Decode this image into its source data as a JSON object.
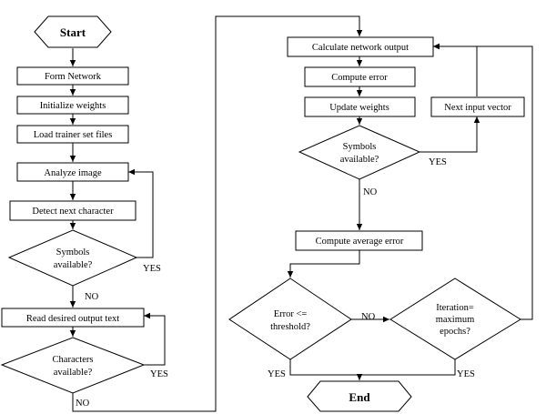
{
  "nodes": {
    "start": "Start",
    "form_network": "Form Network",
    "init_weights": "Initialize weights",
    "load_trainer": "Load trainer set files",
    "analyze_image": "Analyze image",
    "detect_char": "Detect next character",
    "symbols_decision_1": [
      "Symbols",
      "available?"
    ],
    "read_output": "Read desired output text",
    "chars_decision": [
      "Characters",
      "available?"
    ],
    "calc_output": "Calculate network output",
    "compute_error": "Compute error",
    "update_weights": "Update weights",
    "next_input": "Next input vector",
    "symbols_decision_2": [
      "Symbols",
      "available?"
    ],
    "compute_avg_error": "Compute average error",
    "error_decision": [
      "Error <=",
      "threshold?"
    ],
    "iteration_decision": [
      "Iteration=",
      "maximum",
      "epochs?"
    ],
    "end": "End"
  },
  "edge_labels": {
    "yes_sym1": "YES",
    "no_sym1": "NO",
    "yes_chars": "YES",
    "no_chars": "NO",
    "yes_sym2": "YES",
    "no_sym2": "NO",
    "no_error": "NO",
    "yes_error": "YES",
    "yes_iter": "YES"
  }
}
